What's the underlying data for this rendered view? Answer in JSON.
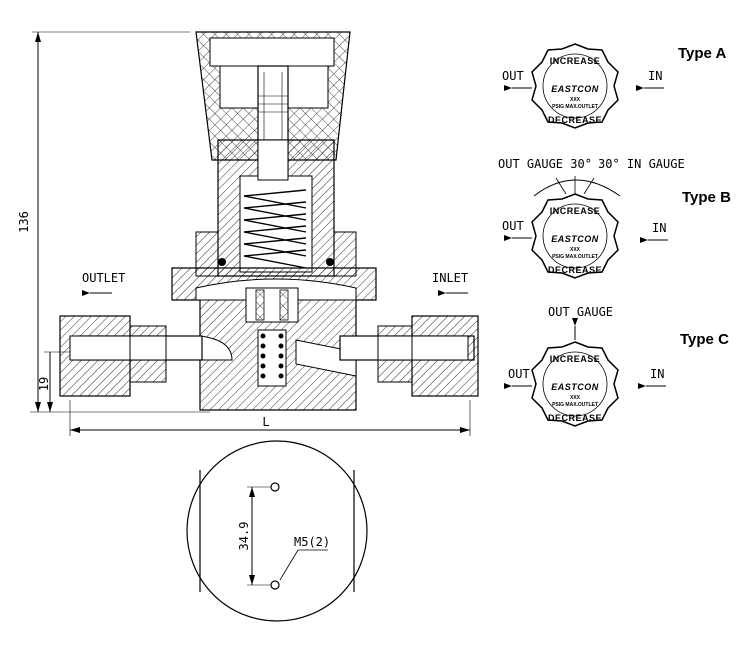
{
  "dimensions": {
    "height": "136",
    "port_offset": "19",
    "length": "L",
    "hole_spacing": "34.9",
    "thread": "M5(2)"
  },
  "ports": {
    "outlet": "OUTLET",
    "inlet": "INLET"
  },
  "types": [
    {
      "title": "Type A",
      "left_port": "OUT",
      "right_port": "IN"
    },
    {
      "title": "Type B",
      "left_port": "OUT",
      "right_port": "IN",
      "gauge_left": "OUT GAUGE 30°",
      "gauge_right": "30° IN GAUGE"
    },
    {
      "title": "Type C",
      "left_port": "OUT",
      "right_port": "IN",
      "gauge_top": "OUT GAUGE"
    }
  ],
  "knob": {
    "top": "INCREASE",
    "bottom": "DECREASE",
    "brand": "EASTCON",
    "model": "XXX",
    "spec": "PSIG MAX.OUTLET"
  }
}
